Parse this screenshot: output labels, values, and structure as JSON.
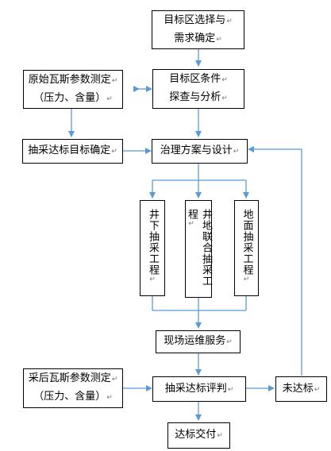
{
  "nodes": {
    "target_selection": {
      "lines": [
        "目标区选择与",
        "需求确定"
      ]
    },
    "original_gas_measure": {
      "lines": [
        "原始瓦斯参数测定",
        "（压力、含量）"
      ]
    },
    "condition_analysis": {
      "lines": [
        "目标区条件",
        "探查与分析"
      ]
    },
    "extraction_target": {
      "lines": [
        "抽采达标目标确定"
      ]
    },
    "treatment_design": {
      "lines": [
        "治理方案与设计"
      ]
    },
    "underground_extraction": {
      "text": "井下抽采工程"
    },
    "ground_underground_extraction": {
      "text": "井地联合抽采工程"
    },
    "surface_extraction": {
      "text": "地面抽采工程"
    },
    "site_service": {
      "lines": [
        "现场运维服务"
      ]
    },
    "post_gas_measure": {
      "lines": [
        "采后瓦斯参数测定",
        "（压力、含量）"
      ]
    },
    "extraction_evaluation": {
      "lines": [
        "抽采达标评判"
      ]
    },
    "not_reached": {
      "lines": [
        "未达标"
      ]
    },
    "delivery": {
      "lines": [
        "达标交付"
      ]
    }
  },
  "return_mark": "↵",
  "colors": {
    "connector": "#5b9bd5",
    "border": "#000000",
    "mark": "#777777"
  }
}
